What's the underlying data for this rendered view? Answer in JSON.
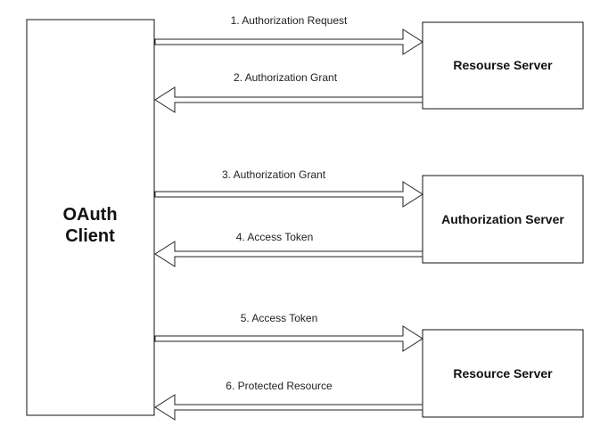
{
  "client": {
    "label_line1": "OAuth",
    "label_line2": "Client"
  },
  "servers": [
    {
      "label": "Resourse Server"
    },
    {
      "label": "Authorization Server"
    },
    {
      "label": "Resource Server"
    }
  ],
  "arrows": [
    {
      "label": "1. Authorization Request",
      "direction": "to-server"
    },
    {
      "label": "2. Authorization Grant",
      "direction": "to-client"
    },
    {
      "label": "3. Authorization Grant",
      "direction": "to-server"
    },
    {
      "label": "4. Access Token",
      "direction": "to-client"
    },
    {
      "label": "5. Access Token",
      "direction": "to-server"
    },
    {
      "label": "6. Protected Resource",
      "direction": "to-client"
    }
  ],
  "colors": {
    "stroke": "#111111",
    "fill": "#ffffff",
    "text": "#111111"
  }
}
